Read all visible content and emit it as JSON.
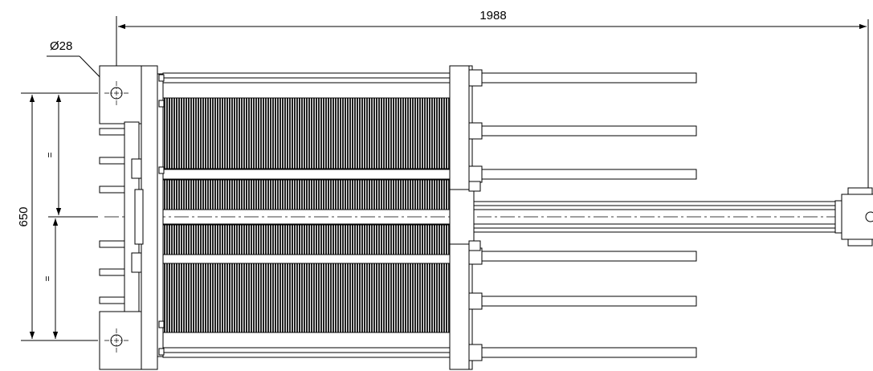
{
  "drawing": {
    "dimensions": {
      "overall_length": "1988",
      "overall_height": "650",
      "hole_diameter": "Ø28",
      "upper_half": "=",
      "lower_half": "="
    },
    "colors": {
      "line": "#000000",
      "plate_fill": "#2a2a2a",
      "background": "#ffffff"
    }
  }
}
